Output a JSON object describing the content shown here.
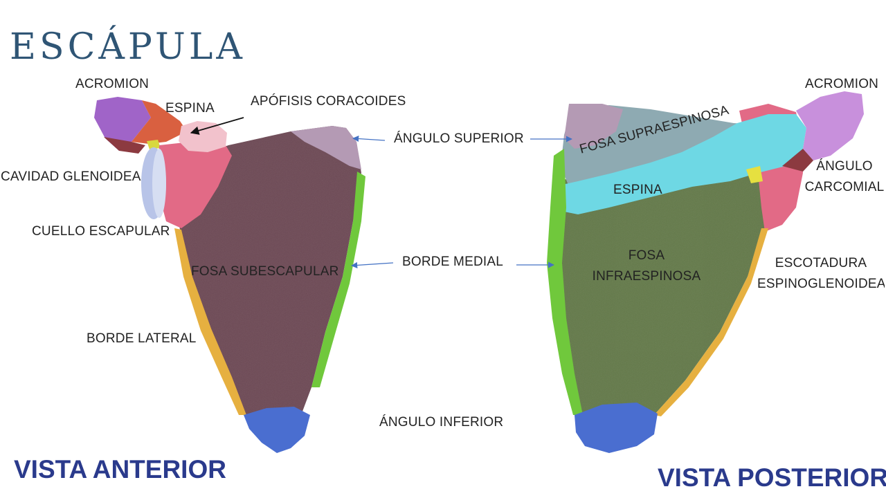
{
  "title": "ESCÁPULA",
  "views": {
    "anterior": "VISTA ANTERIOR",
    "posterior": "VISTA POSTERIOR"
  },
  "labels": {
    "acromion_left": "ACROMION",
    "espina_left": "ESPINA",
    "apofisis_coracoides": "APÓFISIS CORACOIDES",
    "cavidad_glenoidea": "CAVIDAD GLENOIDEA",
    "cuello_escapular": "CUELLO ESCAPULAR",
    "fosa_subescapular": "FOSA SUBESCAPULAR",
    "borde_lateral": "BORDE LATERAL",
    "angulo_superior": "ÁNGULO SUPERIOR",
    "borde_medial": "BORDE MEDIAL",
    "angulo_inferior": "ÁNGULO INFERIOR",
    "acromion_right": "ACROMION",
    "fosa_supraespinosa": "FOSA SUPRAESPINOSA",
    "espina_right": "ESPINA",
    "angulo_acromial": [
      "ÁNGULO",
      "CARCOMIAL"
    ],
    "fosa_infraespinosa": [
      "FOSA",
      "INFRAESPINOSA"
    ],
    "escotadura": [
      "ESCOTADURA",
      "ESPINOGLENOIDEA"
    ]
  },
  "colors": {
    "title": "#2f5575",
    "view_label": "#2a3a8c",
    "arrow": "#4472c4",
    "acromion": "#a064c8",
    "espina": "#d96040",
    "coracoides": "#f2c2cc",
    "glenoidea": "#b8c4e8",
    "cuello": "#e26a86",
    "subescapular": "#6e4a56",
    "borde_lateral": "#e6b040",
    "borde_medial": "#70c83c",
    "angulo_inferior": "#4a6ed0",
    "angulo_superior": "#b49ab4",
    "supraespinosa": "#8eaab2",
    "espina_posterior": "#6ed8e4",
    "infraespinosa": "#647a4a"
  }
}
